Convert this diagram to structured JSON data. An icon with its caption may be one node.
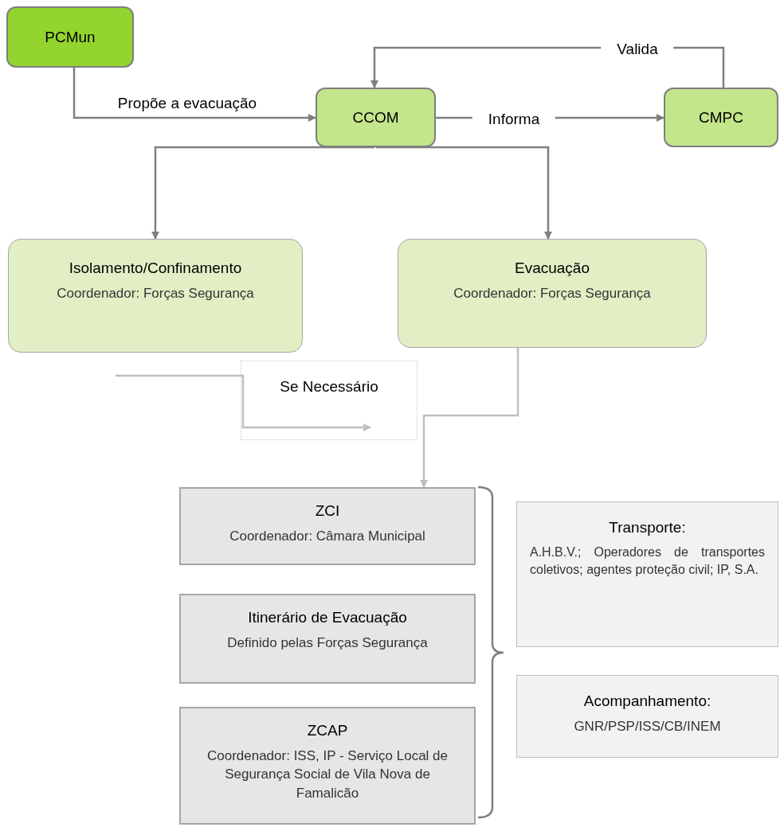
{
  "diagram": {
    "nodes": [
      {
        "text": [
          "PCMun"
        ]
      },
      {
        "text": [
          "CCOM"
        ]
      },
      {
        "text": [
          "CMPC"
        ]
      },
      {
        "text": [
          "Isolamento/Confinamento",
          "Coordenador: Forças Segurança"
        ]
      },
      {
        "text": [
          "Evacuação",
          "Coordenador: Forças Segurança"
        ]
      },
      {
        "text": [
          "Se Necessário"
        ]
      },
      {
        "text": [
          "ZCI",
          "Coordenador: Câmara Municipal"
        ]
      },
      {
        "text": [
          "Itinerário de Evacuação",
          "Definido pelas Forças Segurança"
        ]
      },
      {
        "text": [
          "ZCAP",
          "Coordenador: ISS, IP - Serviço Local de Segurança Social de Vila Nova de Famalicão"
        ]
      },
      {
        "text": [
          "Transporte:",
          "A.H.B.V.; Operadores de transportes coletivos; agentes proteção civil; IP, S.A."
        ]
      },
      {
        "text": [
          "Acompanhamento:",
          "GNR/PSP/ISS/CB/INEM"
        ]
      }
    ],
    "edges": [
      {
        "from": 0,
        "to": 1,
        "arrow": "to",
        "label": "Propõe a evacuação"
      },
      {
        "from": 1,
        "to": 2,
        "arrow": "to",
        "label": "Informa"
      },
      {
        "from": 2,
        "to": 1,
        "arrow": "to",
        "label": "Valida"
      },
      {
        "from": 1,
        "to": 3,
        "arrow": "to"
      },
      {
        "from": 1,
        "to": 4,
        "arrow": "to"
      },
      {
        "from": null,
        "to": 5,
        "arrow": "to",
        "color": "#bfbfbf"
      },
      {
        "from": 4,
        "to": 6,
        "arrow": "to",
        "color": "#bfbfbf"
      }
    ]
  }
}
